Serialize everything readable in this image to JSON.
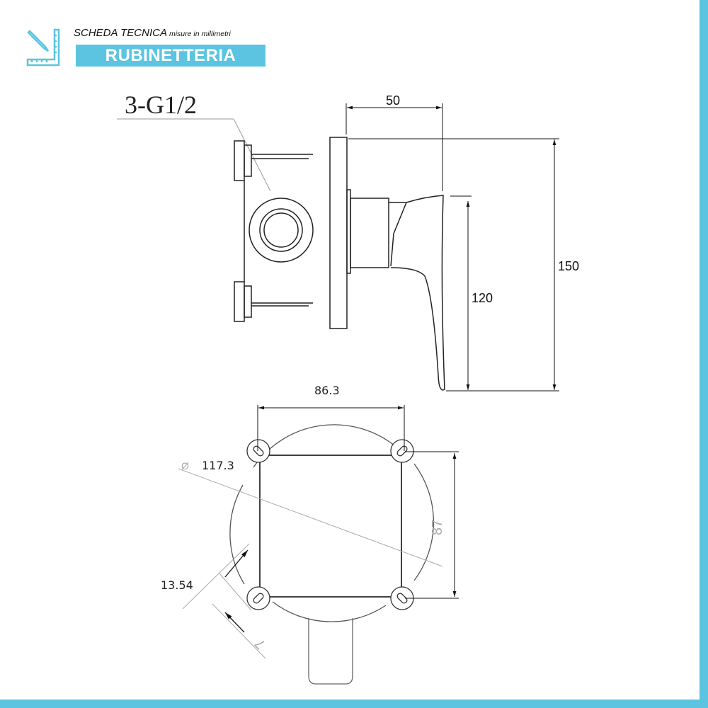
{
  "header": {
    "title": "SCHEDA TECNICA",
    "subtitle": "misure in millimetri",
    "category": "RUBINETTERIA",
    "logo_icon": "ruler-pencil-icon",
    "accent_color": "#5cc4e0"
  },
  "side_view": {
    "thread_label": "3-G1/2",
    "depth": "50",
    "height_total": "150",
    "height_handle": "120"
  },
  "front_view": {
    "width": "86.3",
    "height": "87",
    "diameter_symbol": "Ø",
    "diameter": "117.3",
    "slot_width": "13.54",
    "slot_size": "7"
  }
}
